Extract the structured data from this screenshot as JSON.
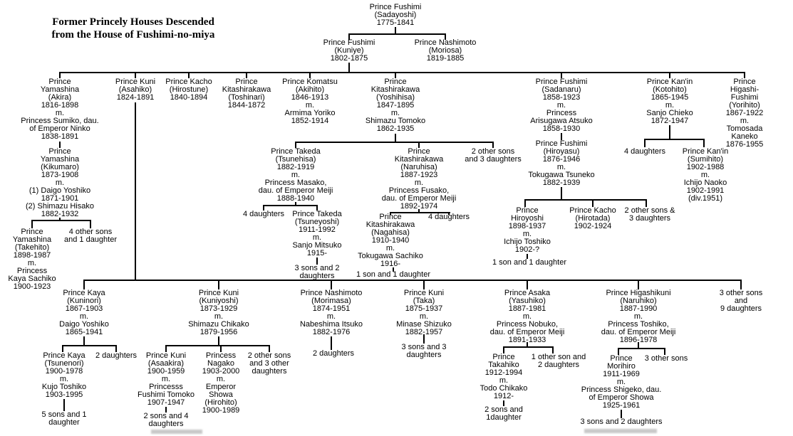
{
  "title": "Former Princely Houses Descended\nfrom the House of Fushimi-no-miya",
  "tree": {
    "sadayoshi": "Prince Fushimi\n(Sadayoshi)\n1775-1841",
    "kuniye": "Prince Fushimi\n(Kuniye)\n1802-1875",
    "moriosa": "Prince Nashimoto\n(Moriosa)\n1819-1885",
    "akira": "Prince\nYamashina\n(Akira)\n1816-1898\nm.\nPrincess Sumiko, dau.\nof Emperor Ninko\n1838-1891",
    "asahiko": "Prince Kuni\n(Asahiko)\n1824-1891",
    "hirostune": "Prince Kacho\n(Hirostune)\n1840-1894",
    "toshinari": "Prince\nKitashirakawa\n(Toshinari)\n1844-1872",
    "akihito": "Prince Komatsu\n(Akihito)\n1846-1913\nm.\nArmima Yoriko\n1852-1914",
    "yoshihisa": "Prince\nKitashirakawa\n(Yoshihisa)\n1847-1895\nm.\nShimazu Tomoko\n1862-1935",
    "sadanaru": "Prince Fushimi\n(Sadanaru)\n1858-1923\nm.\nPrincess\nArisugawa Atsuko\n1858-1930",
    "kotohito": "Prince Kan'in\n(Kotohito)\n1865-1945\nm.\nSanjo Chieko\n1872-1947",
    "yorihito": "Prince\nHigashi-Fushimi\n(Yorihito)\n1867-1922\nm.\nTomosada Kaneko\n1876-1955",
    "kikumaro": "Prince\nYamashina\n(Kikumaro)\n1873-1908\nm.\n(1) Daigo Yoshiko\n1871-1901\n(2) Shimazu Hisako\n1882-1932",
    "takehito": "Prince\nYamashina\n(Takehito)\n1898-1987\nm.\nPrincess\nKaya Sachiko\n1900-1923",
    "yamashina_others": "4 other sons\nand 1 daughter",
    "tsunehisa": "Prince Takeda\n(Tsunehisa)\n1882-1919\nm.\nPrincess Masako,\ndau. of Emperor Meiji\n1888-1940",
    "naruhisa": "Prince\nKitashirakawa\n(Naruhisa)\n1887-1923\nm.\nPrincess Fusako,\ndau. of Emperor Meiji\n1892-1974",
    "yoshihisa_others": "2 other sons\nand 3 daughters",
    "hiroyasu": "Prince Fushimi\n(Hiroyasu)\n1876-1946\nm.\nTokugawa Tsuneko\n1882-1939",
    "kanin_daughters": "4 daughters",
    "sumihito": "Prince Kan'in\n(Sumihito)\n1902-1988\nm.\nIchijo Naoko\n1902-1991\n(div.1951)",
    "takeda_daughters": "4 daughters",
    "tsuneyoshi": "Prince Takeda\n(Tsuneyoshi)\n1911-1992\nm.\nSanjo Mitsuko\n1915-",
    "tsuneyoshi_children": "3 sons and 2\ndaughters",
    "nagahisa": "Prince\nKitashirakawa\n(Nagahisa)\n1910-1940\nm.\nTokugawa Sachiko\n1916-",
    "nagahisa_children": "1 son and 1 daughter",
    "naruhisa_daughters": "4 daughters",
    "hiroyoshi": "Prince\nHiroyoshi\n1898-1937\nm.\nIchijo Toshiko\n1902-?",
    "hiroyoshi_children": "1 son and 1 daughter",
    "hirotada": "Prince Kacho\n(Hirotada)\n1902-1924",
    "hiroyasu_others": "2 other sons &\n3 daughters",
    "kuninori": "Prince Kaya\n(Kuninori)\n1867-1903\nm.\nDaigo Yoshiko\n1865-1941",
    "kuniyoshi": "Prince Kuni\n(Kuniyoshi)\n1873-1929\nm.\nShimazu Chikako\n1879-1956",
    "morimasa": "Prince Nashimoto\n(Morimasa)\n1874-1951\nm.\nNabeshima Itsuko\n1882-1976",
    "morimasa_children": "2 daughters",
    "taka": "Prince Kuni\n(Taka)\n1875-1937\nm.\nMinase Shizuko\n1882-1957",
    "taka_children": "3 sons and 3\ndaughters",
    "yasuhiko": "Prince Asaka\n(Yasuhiko)\n1887-1981\nm.\nPrincess Nobuko,\ndau. of Emperor Meiji\n1891-1933",
    "naruhiko": "Prince Higashikuni\n(Naruhiko)\n1887-1990\nm.\nPrincess Toshiko,\ndau. of Emperor Meiji\n1896-1978",
    "asahiko_others": "3 other sons and\n9 daughters",
    "tsunenori": "Prince Kaya\n(Tsunenori)\n1900-1978\nm.\nKujo Toshiko\n1903-1995",
    "tsunenori_children": "5 sons and 1\ndaughter",
    "kuninori_daughters": "2 daughters",
    "asaakira": "Prince Kuni\n(Asaakira)\n1900-1959\nm.\nPrincesss\nFushimi Tomoko\n1907-1947",
    "asaakira_children": "2 sons and 4\ndaughters",
    "nagako": "Princess\nNagako\n1903-2000\nm.\nEmperor\nShowa\n(Hirohito)\n1900-1989",
    "kuniyoshi_others": "2 other sons\nand 3 other\ndaughters",
    "takahiko": "Prince\nTakahiko\n1912-1994\nm.\nTodo Chikako\n1912-",
    "takahiko_children": "2 sons and\n1daughter",
    "yasuhiko_others": "1 other son and\n2 daughters",
    "morihiro": "Prince\nMorihiro\n1911-1969\nm.\nPrincess Shigeko, dau.\nof Emperor Showa\n1925-1961",
    "morihiro_children": "3 sons and 2 daughters",
    "naruhiko_others": "3 other sons"
  }
}
